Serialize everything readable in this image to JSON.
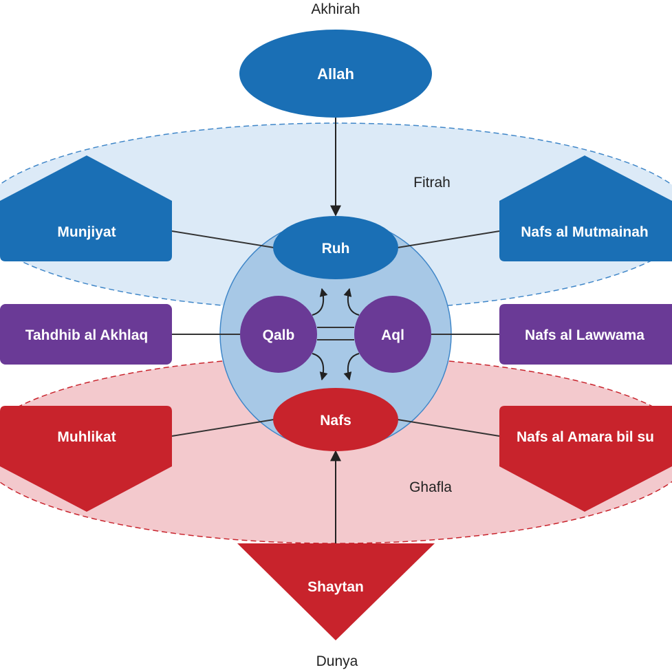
{
  "labels": {
    "top": "Akhirah",
    "bottom": "Dunya",
    "fitrah": "Fitrah",
    "ghafla": "Ghafla"
  },
  "nodes": {
    "allah": "Allah",
    "ruh": "Ruh",
    "qalb": "Qalb",
    "aql": "Aql",
    "nafs": "Nafs",
    "shaytan": "Shaytan",
    "munjiyat": "Munjiyat",
    "nafs_mutmainah": "Nafs al Mutmainah",
    "tahdhib": "Tahdhib al Akhlaq",
    "nafs_lawwama": "Nafs al Lawwama",
    "muhlikat": "Muhlikat",
    "nafs_amara": "Nafs al Amara bil su"
  },
  "colors": {
    "blue": "#1a6fb5",
    "blue_zone": "#dceaf7",
    "blue_zone_border": "#3f86c8",
    "circle": "#a7c8e6",
    "circle_border": "#3f86c8",
    "purple": "#6a3a96",
    "red": "#c8232c",
    "red_zone": "#f3c9cd",
    "red_zone_border": "#c8232c",
    "connector": "#333333"
  }
}
